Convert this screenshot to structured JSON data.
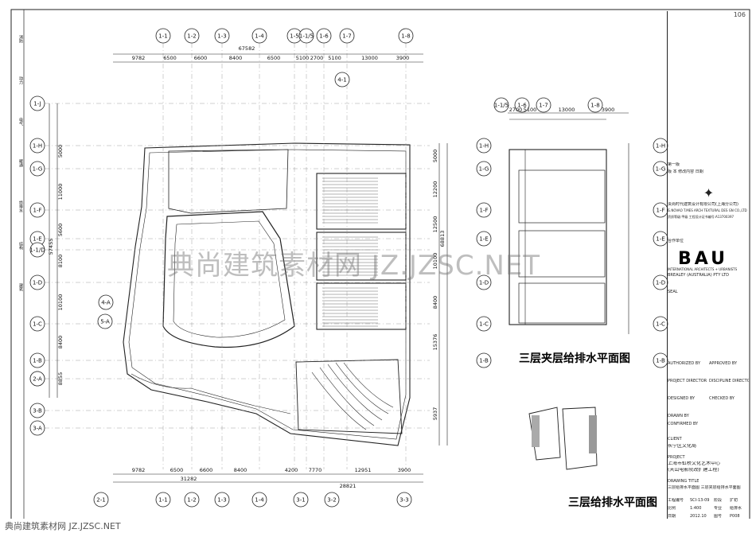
{
  "page_number": "106",
  "drawing_titles": {
    "mezzanine": "三层夹层给排水平面图",
    "third_floor": "三层给排水平面图"
  },
  "watermark": "典尚建筑素材网 JZ.JZSC.NET",
  "footer_watermark": "典尚建筑素材网 JZ.JZSC.NET",
  "grid_top": [
    "1-1",
    "1-2",
    "1-3",
    "1-4",
    "1-5",
    "1-1/5",
    "1-6",
    "1-7",
    "1-8"
  ],
  "grid_top_dims": [
    "9782",
    "6500",
    "6600",
    "8400",
    "6500",
    "5100",
    "2700",
    "5100",
    "13000",
    "3900"
  ],
  "grid_top_total": "67582",
  "grid_left": [
    "1-J",
    "1-H",
    "1-G",
    "1-F",
    "1-E",
    "1-1/D",
    "1-D",
    "1-C",
    "1-B",
    "2-A",
    "3-B",
    "3-A"
  ],
  "grid_left_dims": [
    "5000",
    "11000",
    "5600",
    "8100",
    "10100",
    "8400",
    "8855"
  ],
  "grid_left_total": "57455",
  "grid_bottom": [
    "2-1",
    "1-1",
    "1-2",
    "1-3",
    "1-4",
    "3-1",
    "3-2",
    "3-3"
  ],
  "grid_bottom_dims": [
    "9782",
    "6500",
    "6600",
    "8400",
    "4200",
    "7770",
    "12951",
    "3900"
  ],
  "grid_bottom_totals": [
    "31282",
    "28821"
  ],
  "grid_right": [
    "1-H",
    "1-G",
    "1-F",
    "1-E",
    "1-D",
    "1-C",
    "1-B"
  ],
  "grid_right_dims": [
    "5000",
    "12200",
    "12500",
    "10100",
    "8400",
    "15376",
    "5937"
  ],
  "grid_right_total": "68813",
  "right_plan_grid": [
    "1-1/5",
    "1-6",
    "1-7",
    "1-8"
  ],
  "right_plan_dims": [
    "2700",
    "5100",
    "13000",
    "3900"
  ],
  "plan_labels": [
    "4-1",
    "4-A",
    "5-A",
    "2-A"
  ],
  "title_block": {
    "rev_header": "版 本  修改内容  日期",
    "rev_row": "第一版",
    "company_cn": "贵尚时代建筑设计有限公司(上海分公司)",
    "company_en": "G.NOVAO T.MES ARCH TEXTURAL DES GN CO.,LTD",
    "cert": "资质等级:甲级  工程设计证书编号:A13700397",
    "partner_label": "合作单位",
    "partner_logo": "BAU",
    "partner_sub": "INTERNATIONAL ARCHITECTS + URBANISTS",
    "partner_name": "BREALEY (AUSTRALIA) PTY LTD",
    "seal_label": "SEAL",
    "authorized": "AUTHORIZED BY",
    "approved": "APPROVED BY",
    "project_director": "PROJECT DIRECTOR",
    "discipline": "DISCIPLINE DIRECTOR",
    "designed": "DESIGNED BY",
    "checked": "CHECKED BY",
    "drawn": "DRAWN BY",
    "confirmed": "CONFIRMED BY",
    "client_label": "CLIENT",
    "client": "长宁区文化局",
    "project_label": "PROJECT",
    "project": "上海市虹桥文化艺术中心",
    "project_sub": "(天山电影院改扩建工程)",
    "drawing_title_label": "DRAWING TITLE",
    "drawing_title": "三层给排水平面图  三层夹层给排水平面图",
    "job_no_label": "工程编号",
    "job_no": "SCI-13-09",
    "stage_label": "阶段",
    "stage": "扩初",
    "scale_label": "比例",
    "scale": "1:400",
    "discipline_label": "专业",
    "discipline_val": "给排水",
    "date_label": "日期",
    "date": "2012.10",
    "drawing_no_label": "图号",
    "drawing_no": "P008"
  },
  "left_strip": [
    "消防",
    "动力",
    "电气",
    "暖通",
    "给排水",
    "结构",
    "建筑"
  ]
}
